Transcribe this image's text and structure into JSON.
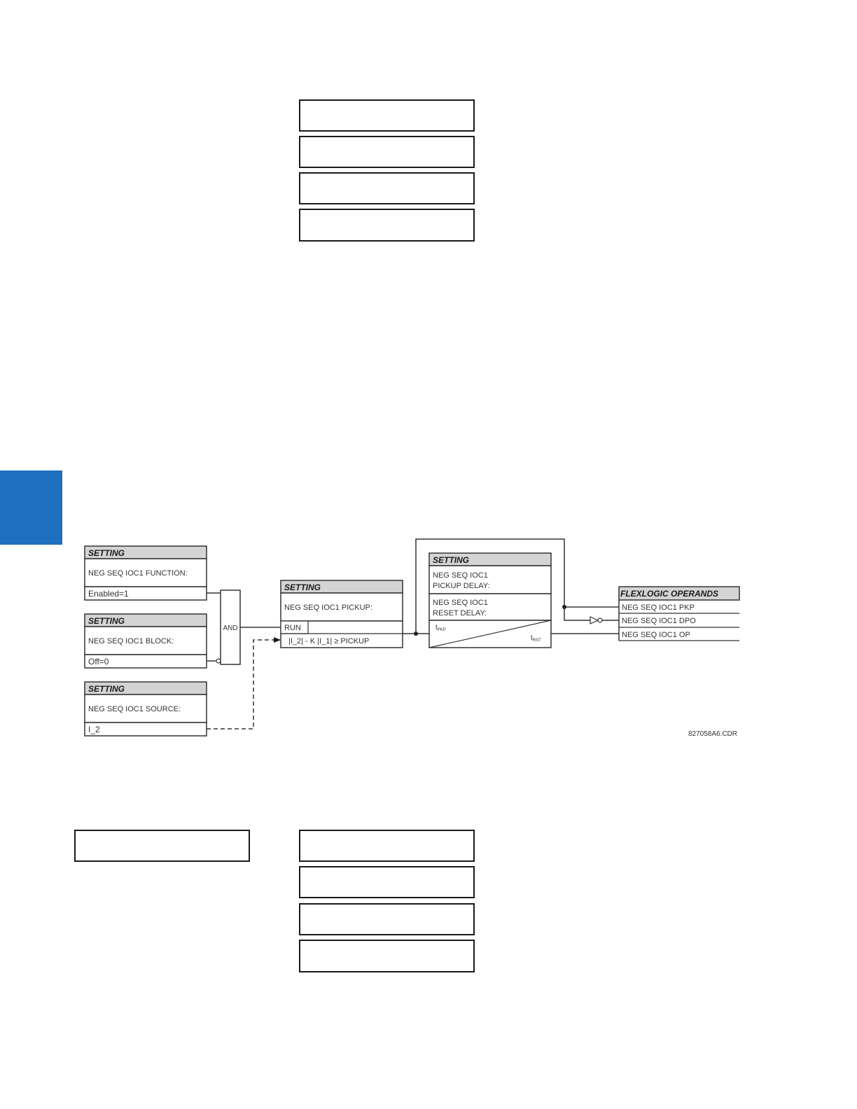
{
  "side_tab": {
    "color": "#1f6fbf"
  },
  "settings": [
    {
      "header": "SETTING",
      "label": "NEG SEQ IOC1 FUNCTION:",
      "value": "Enabled=1"
    },
    {
      "header": "SETTING",
      "label": "NEG SEQ IOC1 BLOCK:",
      "value": "Off=0"
    },
    {
      "header": "SETTING",
      "label": "NEG SEQ IOC1 SOURCE:",
      "value": "I_2"
    }
  ],
  "and_gate": {
    "label": "AND"
  },
  "pickup_block": {
    "header": "SETTING",
    "label": "NEG SEQ IOC1 PICKUP:",
    "run": "RUN",
    "condition": "|I_2| - K |I_1| ≥ PICKUP"
  },
  "delay_block": {
    "header": "SETTING",
    "pickup_line1": "NEG SEQ IOC1",
    "pickup_line2": "PICKUP DELAY:",
    "reset_line1": "NEG SEQ IOC1",
    "reset_line2": "RESET DELAY:",
    "tpkp_main": "t",
    "tpkp_sub": "PKP",
    "trst_main": "t",
    "trst_sub": "RST"
  },
  "flexlogic": {
    "header": "FLEXLOGIC OPERANDS",
    "operands": [
      "NEG SEQ IOC1 PKP",
      "NEG SEQ IOC1 DPO",
      "NEG SEQ IOC1 OP"
    ]
  },
  "figure_code": "827058A6.CDR"
}
